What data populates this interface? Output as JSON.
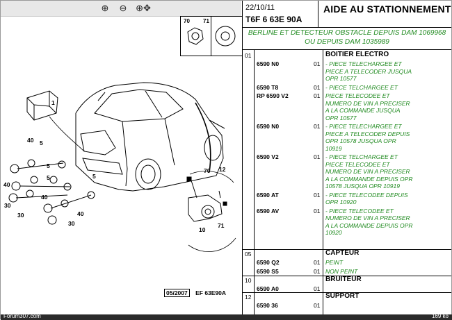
{
  "toolbar": {
    "zoom_in_icon": "zoom-in-icon",
    "zoom_out_icon": "zoom-out-icon",
    "pan_icon": "zoom-pan-icon"
  },
  "header": {
    "date": "22/10/11",
    "ref": "T6F 6 63E 90A",
    "title": "AIDE AU STATIONNEMENT",
    "subtitle_line1": "BERLINE ET DETECTEUR OBSTACLE DEPUIS DAM 1069968",
    "subtitle_line2": "OU DEPUIS DAM 1035989"
  },
  "diagram": {
    "stamp_date": "05/2007",
    "stamp_ref": "EF 63E90A",
    "inset_labels": [
      "70",
      "71"
    ],
    "callouts": [
      "1",
      "5",
      "40",
      "5",
      "5",
      "5",
      "40",
      "30",
      "30",
      "40",
      "40",
      "30",
      "70",
      "12",
      "71",
      "10"
    ]
  },
  "table": {
    "sections": [
      {
        "num": "01",
        "title": "BOITIER ELECTRO",
        "rows": [
          {
            "pn": "6590 N0",
            "qty": "01",
            "desc": [
              "- PIECE TELECHARGEE ET",
              "PIECE A TELECODER JUSQUA",
              "OPR 10577"
            ]
          },
          {
            "pn": "6590 T8",
            "qty": "01",
            "desc": [
              "- PIECE TELCHARGEE ET"
            ]
          },
          {
            "pn": "RP 6590 V2",
            "qty": "01",
            "desc": [
              "PIECE TELECODEE ET",
              "NUMERO DE VIN A PRECISER",
              "A LA COMMANDE JUSQUA",
              "OPR 10577"
            ]
          },
          {
            "pn": "6590 N0",
            "qty": "01",
            "desc": [
              "- PIECE TELECHARGEE ET",
              "PIECE A TELECODER DEPUIS",
              "OPR 10578 JUSQUA OPR",
              "10919"
            ]
          },
          {
            "pn": "6590 V2",
            "qty": "01",
            "desc": [
              "- PIECE TELCHARGEE ET",
              "PIECE TELECODEE ET",
              "NUMERO DE VIN A PRECISER",
              "A LA COMMANDE DEPUIS OPR",
              "10578 JUSQUA OPR 10919"
            ]
          },
          {
            "pn": "6590 AT",
            "qty": "01",
            "desc": [
              "- PIECE TELECODEE DEPUIS",
              "OPR 10920"
            ]
          },
          {
            "pn": "6590 AV",
            "qty": "01",
            "desc": [
              "- PIECE TELECODEE ET",
              "NUMERO DE VIN A PRECISER",
              "A LA COMMANDE DEPUIS OPR",
              "10920"
            ]
          }
        ]
      },
      {
        "num": "05",
        "title": "CAPTEUR",
        "rows": [
          {
            "pn": "6590 Q2",
            "qty": "01",
            "desc": [
              "PEINT"
            ]
          },
          {
            "pn": "6590 S5",
            "qty": "01",
            "desc": [
              "NON PEINT"
            ]
          }
        ]
      },
      {
        "num": "10",
        "title": "BRUITEUR",
        "rows": [
          {
            "pn": "6590 A0",
            "qty": "01",
            "desc": []
          }
        ]
      },
      {
        "num": "12",
        "title": "SUPPORT",
        "rows": [
          {
            "pn": "6590 36",
            "qty": "01",
            "desc": []
          }
        ]
      }
    ]
  },
  "footer": {
    "left": "Forum307.com",
    "right": "169 ko"
  }
}
